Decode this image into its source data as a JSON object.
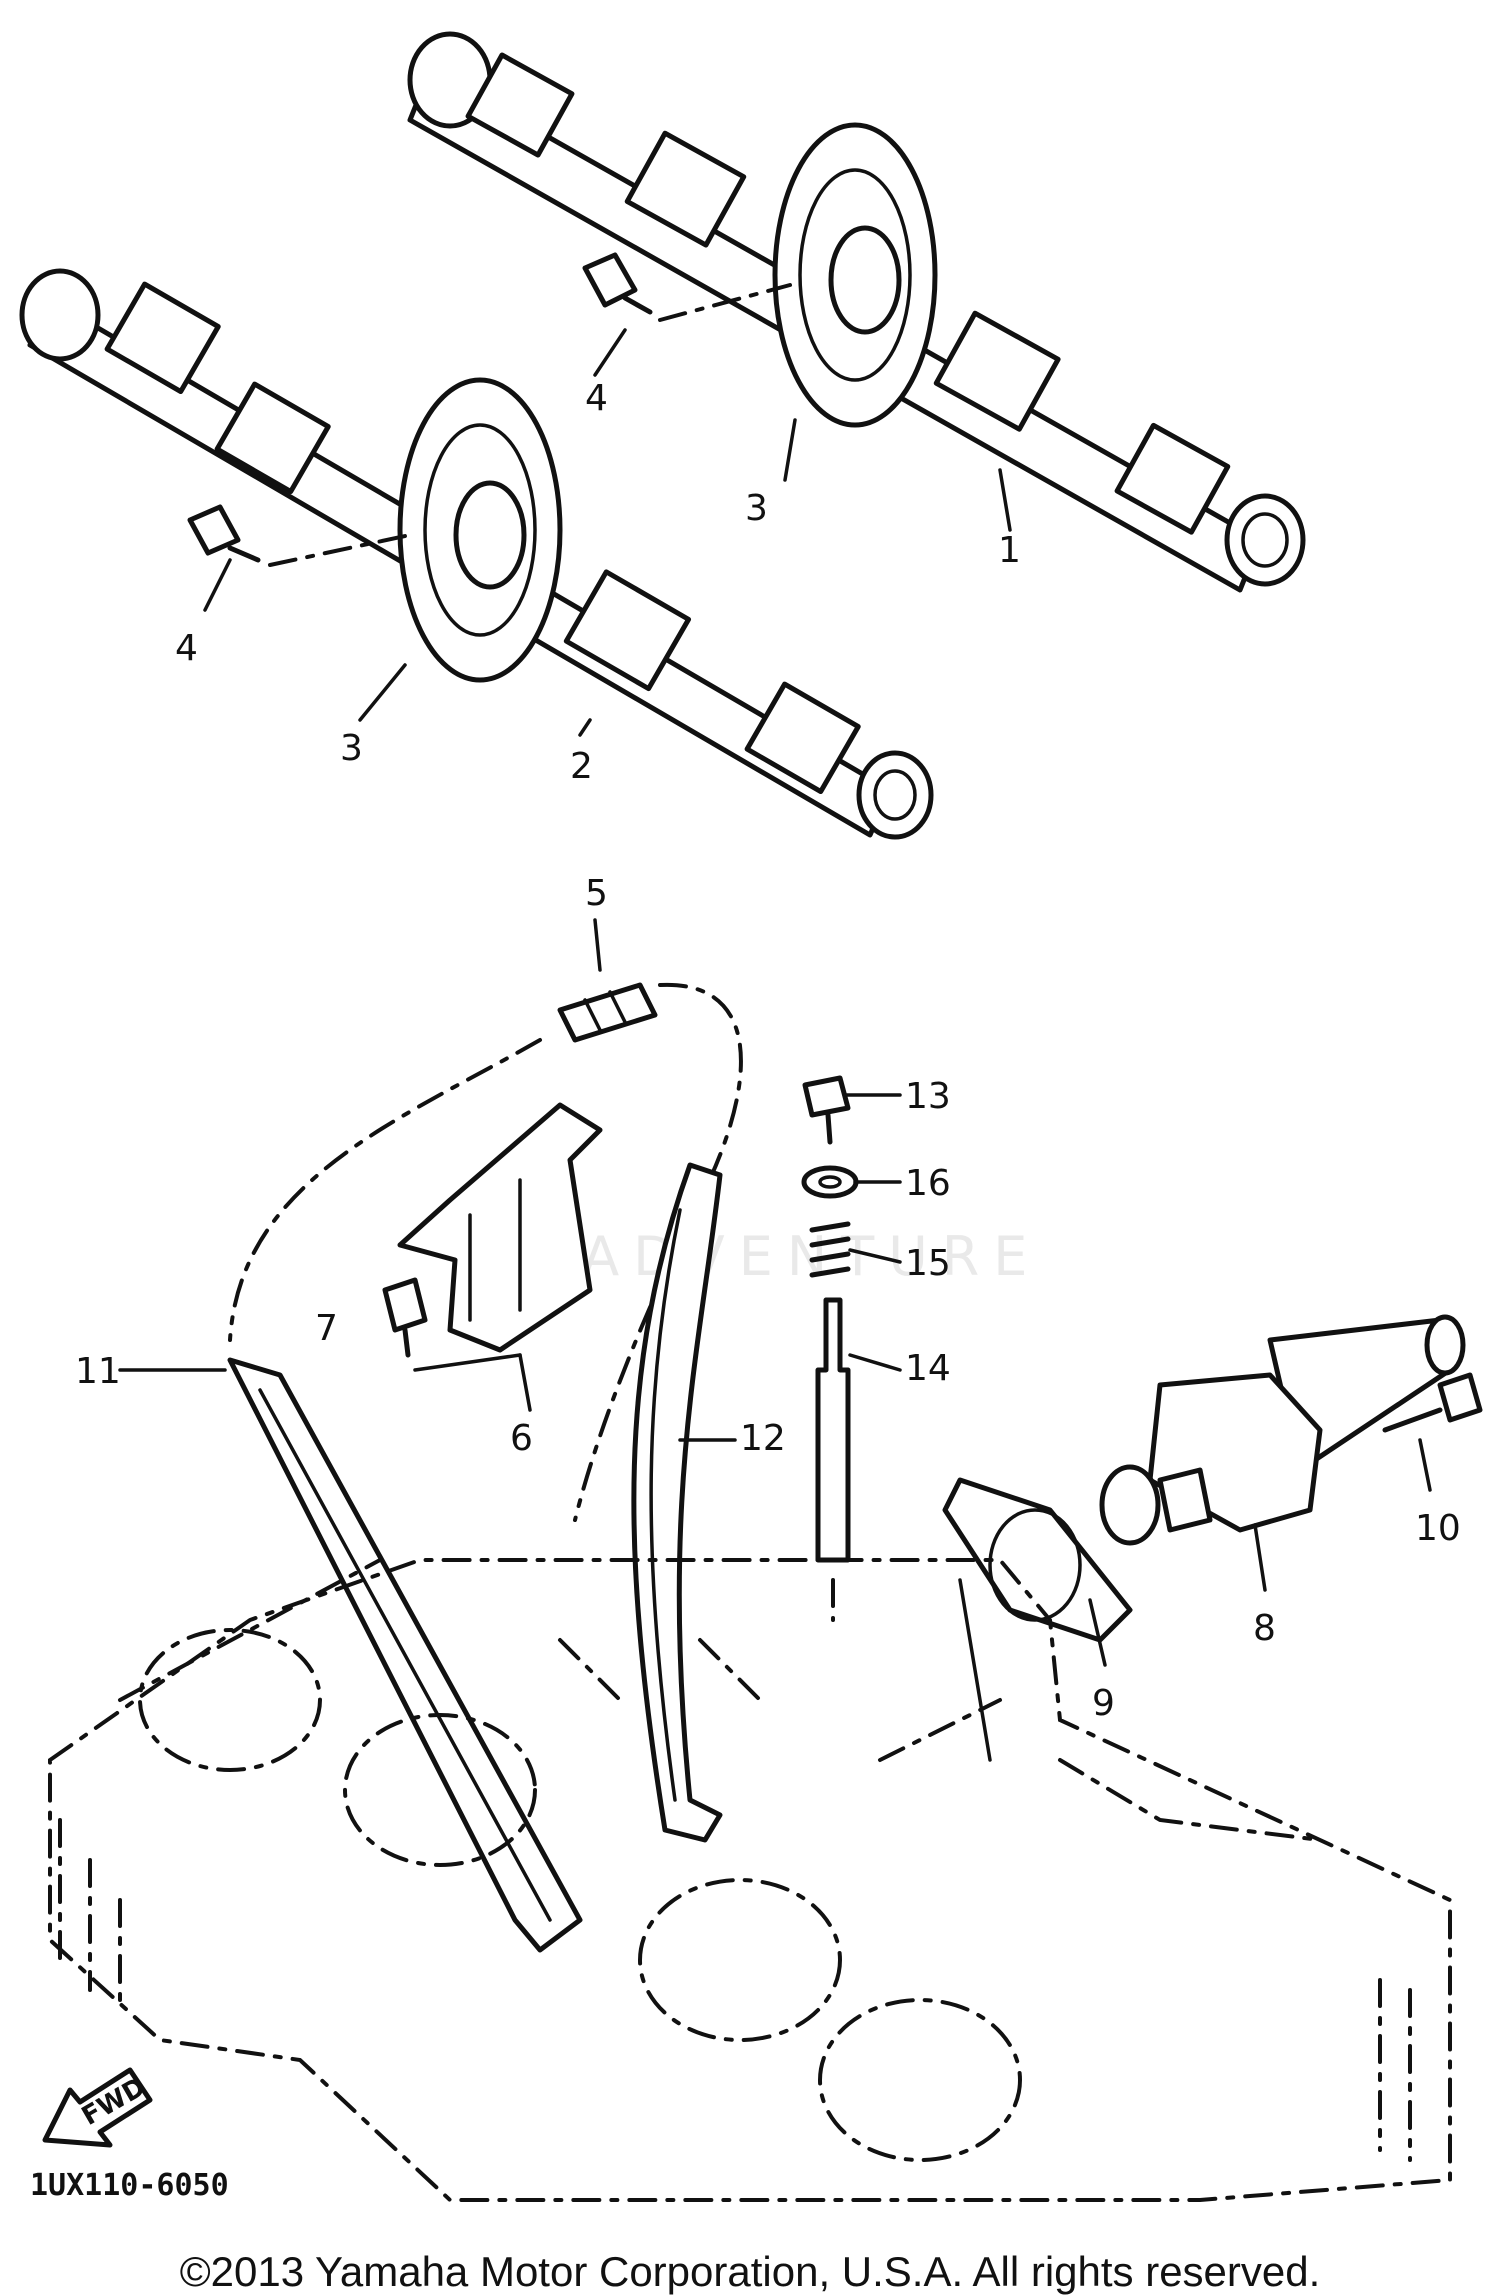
{
  "diagram": {
    "drawing_code": "1UX110-6050",
    "fwd_label": "FWD",
    "callouts": [
      "1",
      "2",
      "3",
      "3",
      "4",
      "4",
      "5",
      "6",
      "7",
      "8",
      "9",
      "10",
      "11",
      "12",
      "13",
      "14",
      "15",
      "16"
    ],
    "parts": [
      "camshaft-1",
      "camshaft-2",
      "cam-sprocket",
      "bolt",
      "chain",
      "chain-guide",
      "bolt",
      "tensioner",
      "gasket",
      "bolt",
      "chain-guide",
      "chain-guide",
      "bolt",
      "rod",
      "spring",
      "washer"
    ]
  },
  "footer": {
    "copyright": "©2013 Yamaha Motor Corporation, U.S.A. All rights reserved."
  },
  "watermark": "LEADVENTURE"
}
